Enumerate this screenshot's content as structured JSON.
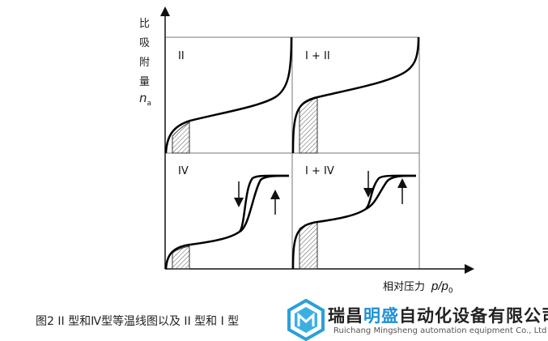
{
  "y_axis_label": [
    "比",
    "吸",
    "附",
    "量"
  ],
  "y_axis_symbol": "n",
  "y_axis_symbol_sub": "a",
  "x_axis_label": "相对压力",
  "x_axis_symbol": "p/p",
  "x_axis_symbol_sub": "0",
  "panels": [
    "II",
    "I + II",
    "IV",
    "I + IV"
  ],
  "caption": "图2   II 型和Ⅳ型等温线图以及 II 型和 I 型",
  "logo": {
    "cn_a": "瑞昌",
    "cn_b": "明盛",
    "cn_c": "自动化设备有限公司",
    "en": "Ruichang Mingsheng automation equipment Co., Ltd",
    "accent": "#1e90d6"
  }
}
